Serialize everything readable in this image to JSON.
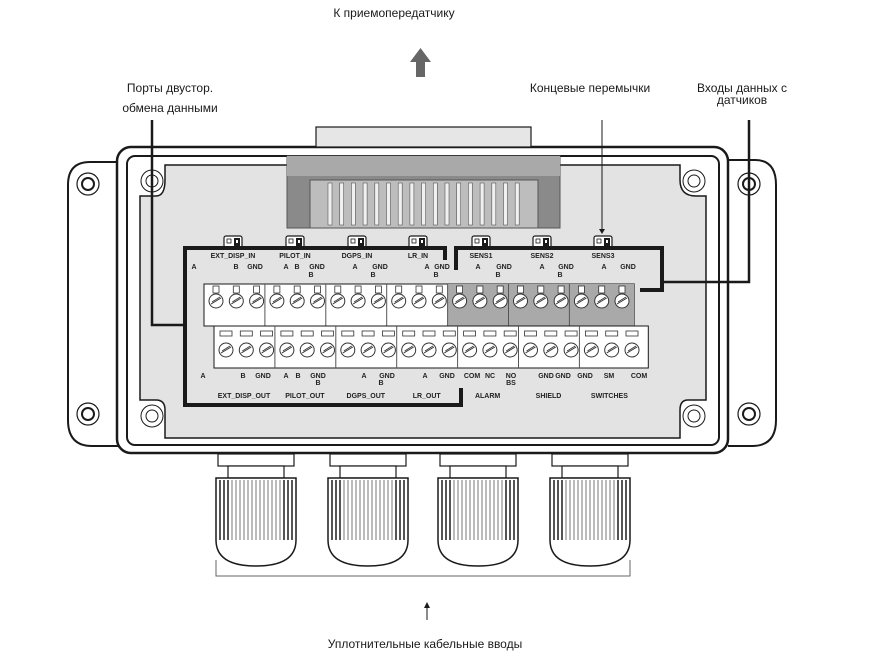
{
  "callouts": {
    "transceiver": "К приемопередатчику",
    "ports_line1": "Порты двустор.",
    "ports_line2": "обмена данными",
    "terminators": "Концевые перемычки",
    "sensor_inputs_line1": "Входы данных с",
    "sensor_inputs_line2": "датчиков",
    "cable_glands": "Уплотнительные кабельные вводы"
  },
  "upper_block": {
    "jumpers": [
      "EXT_DISP_IN",
      "PILOT_IN",
      "DGPS_IN",
      "LR_IN",
      "SENS1",
      "SENS2",
      "SENS3"
    ],
    "pin_labels": [
      [
        "A",
        "B",
        "GND"
      ],
      [
        "A",
        "B",
        "GND B"
      ],
      [
        "A",
        "GND B"
      ],
      [
        "A",
        "GND B"
      ],
      [
        "A",
        "GND B"
      ],
      [
        "A",
        "GND B"
      ],
      [
        "A",
        "GND"
      ]
    ]
  },
  "lower_block": {
    "groups": [
      "EXT_DISP_OUT",
      "PILOT_OUT",
      "DGPS_OUT",
      "LR_OUT",
      "ALARM",
      "SHIELD",
      "SWITCHES"
    ],
    "pin_labels": [
      [
        "A",
        "B",
        "GND"
      ],
      [
        "A",
        "B",
        "GND B"
      ],
      [
        "A",
        "GND B"
      ],
      [
        "A",
        "GND"
      ],
      [
        "COM",
        "NC",
        "NO BS"
      ],
      [
        "GND",
        "GND",
        "GND"
      ],
      [
        "SM",
        "COM"
      ]
    ]
  },
  "glands": {
    "count": 4
  },
  "colors": {
    "enclosure_fill": "#e3e3e3",
    "connector_dark": "#8a8a8a",
    "terminal_dark": "#a9a9a9",
    "terminal_light": "#ffffff",
    "outline": "#1a1a1a",
    "arrow": "#666666"
  }
}
